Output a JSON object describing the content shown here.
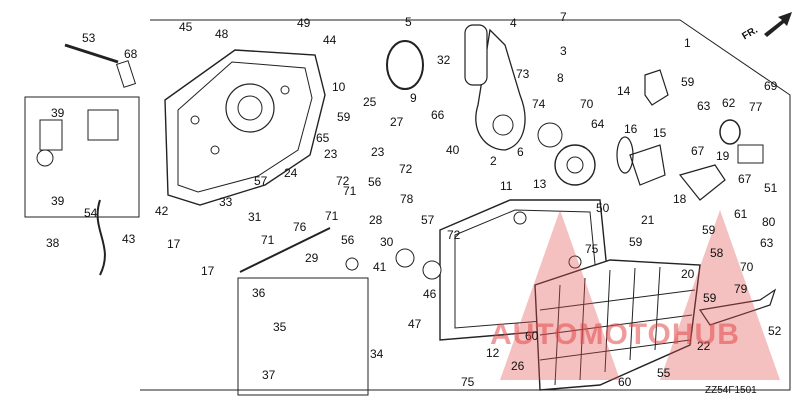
{
  "diagram": {
    "code": "ZZ54F1501",
    "orientation_label": "FR.",
    "watermark": "AUTOMOTOHUB",
    "part_numbers": [
      "1",
      "2",
      "3",
      "4",
      "5",
      "6",
      "7",
      "8",
      "9",
      "10",
      "11",
      "12",
      "13",
      "14",
      "15",
      "16",
      "17",
      "18",
      "19",
      "20",
      "21",
      "22",
      "23",
      "24",
      "25",
      "26",
      "27",
      "28",
      "29",
      "30",
      "31",
      "32",
      "33",
      "34",
      "35",
      "36",
      "37",
      "38",
      "39",
      "40",
      "41",
      "42",
      "43",
      "44",
      "45",
      "46",
      "47",
      "48",
      "49",
      "50",
      "51",
      "52",
      "53",
      "54",
      "55",
      "56",
      "57",
      "58",
      "59",
      "60",
      "61",
      "62",
      "63",
      "64",
      "65",
      "66",
      "67",
      "68",
      "69",
      "70",
      "71",
      "72",
      "73",
      "74",
      "75",
      "76",
      "77",
      "78",
      "79",
      "80"
    ]
  },
  "colors": {
    "line": "#222222",
    "watermark": "#e34b4b",
    "background": "#ffffff"
  }
}
